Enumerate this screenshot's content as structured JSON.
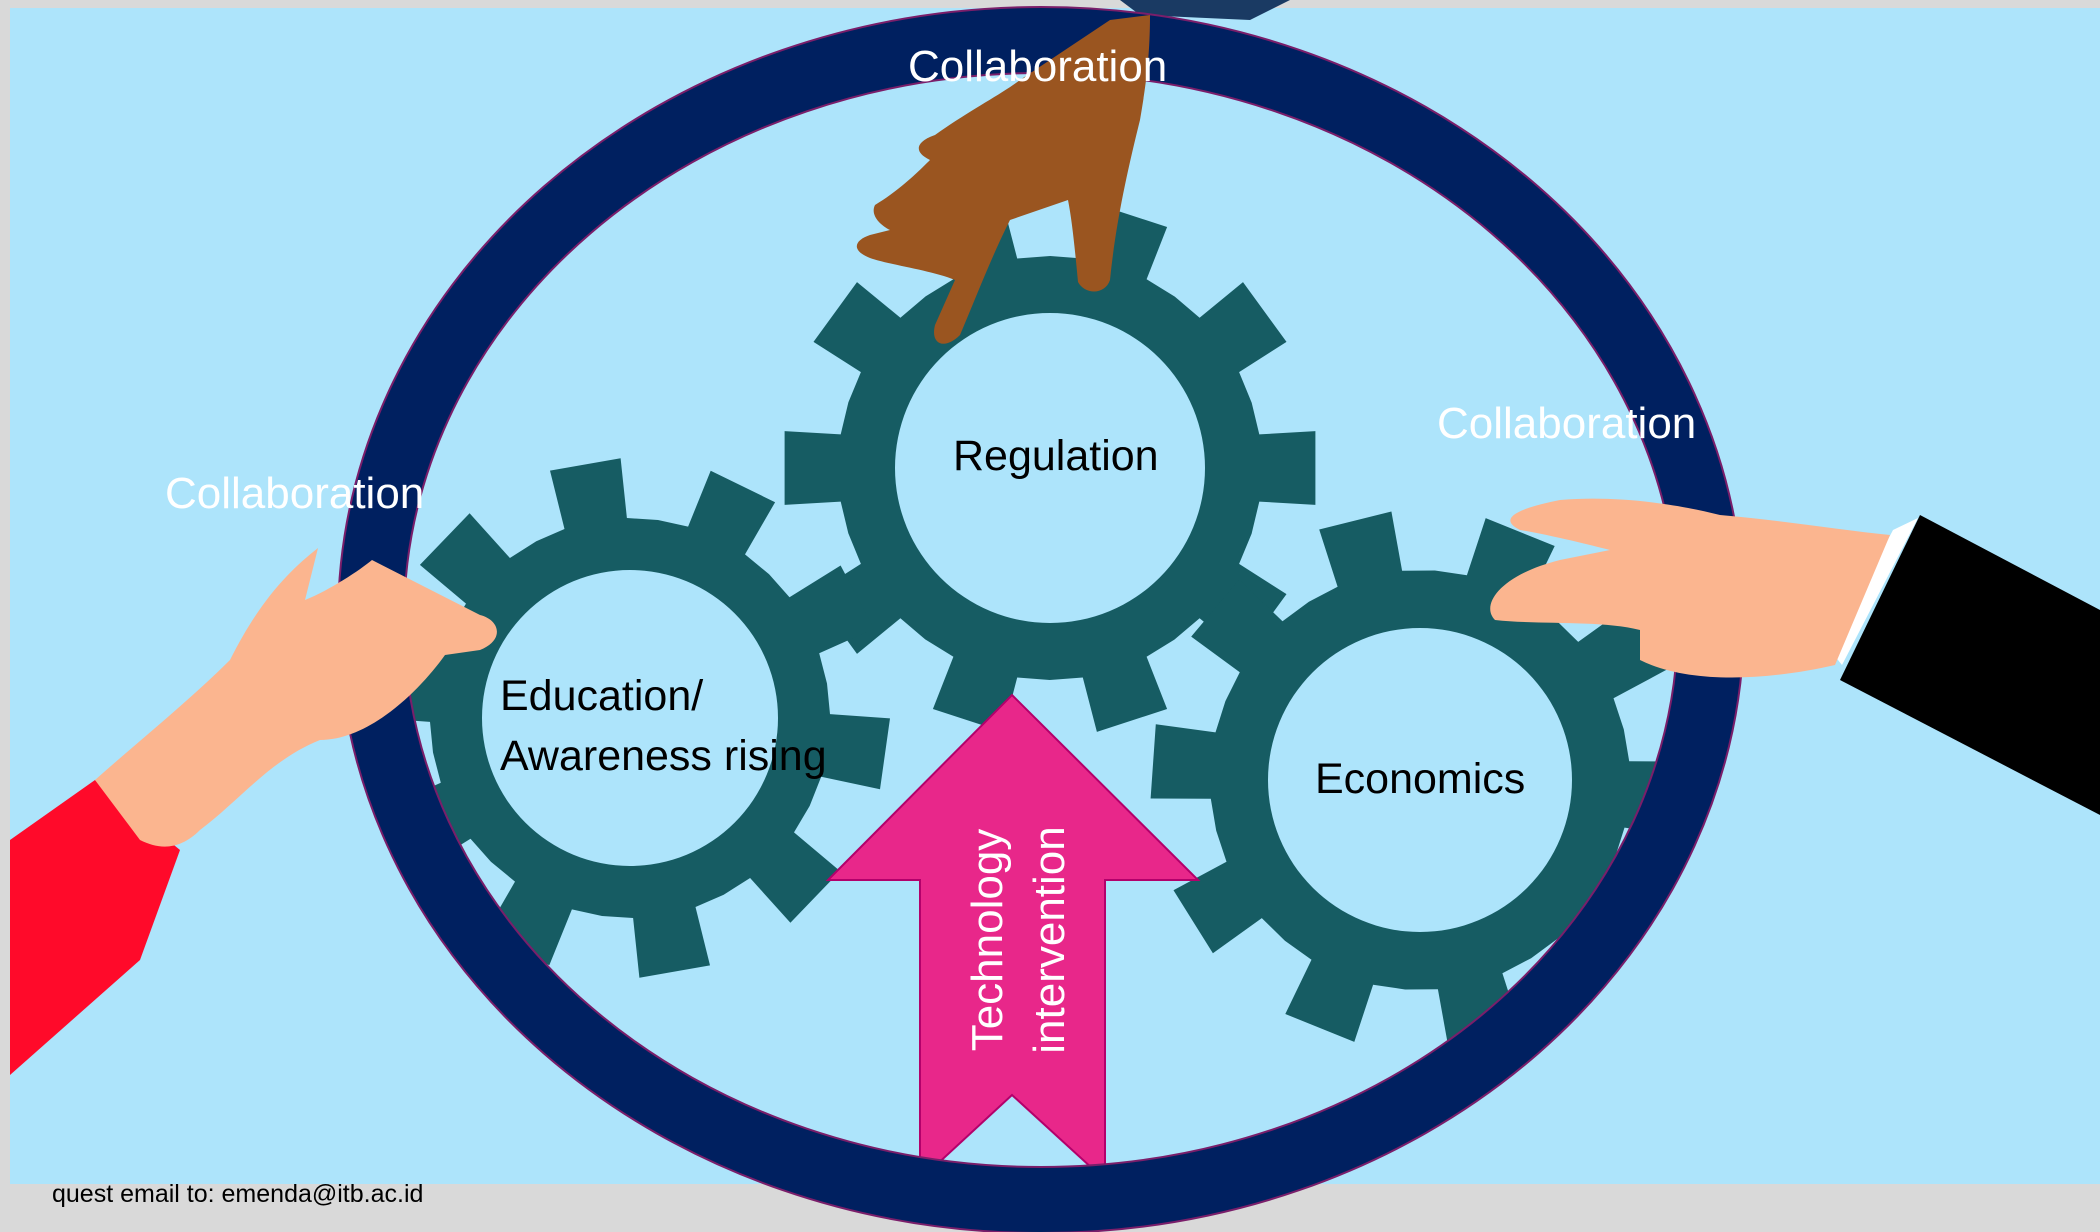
{
  "colors": {
    "background": "#ade4fb",
    "frame": "#d9d9d9",
    "ring": "#002060",
    "gear": "#165c63",
    "arrow": "#e8278a",
    "skin_light": "#fbb58f",
    "skin_dark": "#9a5520",
    "sleeve_red": "#ff0a2a",
    "sleeve_black": "#000000",
    "sleeve_navy": "#1a3a63"
  },
  "labels": {
    "collab_top": "Collaboration",
    "collab_left": "Collaboration",
    "collab_right": "Collaboration",
    "gear_regulation": "Regulation",
    "gear_education_line1": "Education/",
    "gear_education_line2": "Awareness rising",
    "gear_economics": "Economics",
    "arrow_line1": "Technology",
    "arrow_line2": "intervention"
  },
  "footer": {
    "text": "quest email to: emenda@itb.ac.id"
  }
}
